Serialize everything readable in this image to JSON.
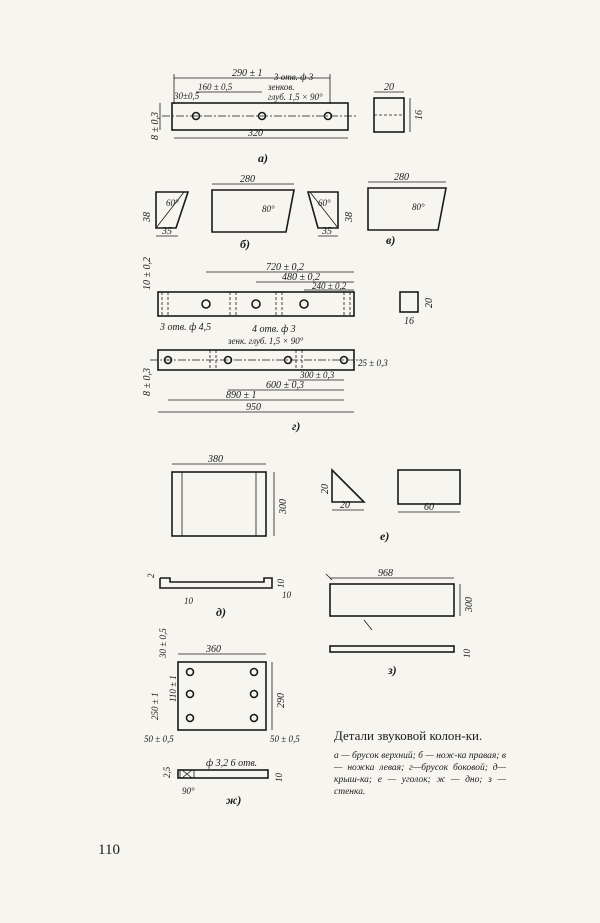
{
  "caption": {
    "title": "Детали звуковой колон-ки.",
    "body": "а — брусок верхний; б — нож-ка правая; в — ножка левая; г—брусок боковой; д—крыш-ка; е — уголок; ж — дно; з — стенка."
  },
  "page_number": "110",
  "figures": {
    "a": {
      "label": "а)",
      "dims": {
        "overall": "290 ± 1",
        "spacing": "160 ± 0,5",
        "edge": "30±0,5",
        "length": "320",
        "height": "8 ± 0,3",
        "end_w": "20",
        "end_h": "16"
      },
      "note": [
        "3 отв. ф 3",
        "зенков.",
        "глуб. 1,5 × 90°"
      ]
    },
    "b": {
      "label": "б)",
      "dims": {
        "h": "38",
        "w": "35",
        "angle_small": "60°",
        "length": "280",
        "angle": "80°"
      }
    },
    "v": {
      "label": "в)",
      "dims": {
        "h": "38",
        "w": "35",
        "angle_small": "60°",
        "length": "280",
        "angle": "80°"
      }
    },
    "g": {
      "label": "г)",
      "top_dims": {
        "d1": "720 ± 0,2",
        "d2": "480 ± 0,2",
        "d3": "240 ± 0,2",
        "thick": "10 ± 0,2"
      },
      "end_dims": {
        "w": "16",
        "h": "20"
      },
      "note_holes": "3 отв. ф 4,5",
      "note_holes2": [
        "4 отв. ф 3",
        "зенк. глуб. 1,5 × 90°"
      ],
      "bottom_dims": {
        "d1": "300 ± 0,3",
        "d2": "600 ± 0,3",
        "d3": "890 ± 1",
        "length": "950",
        "end": "25 ± 0,3",
        "height": "8 ± 0,3"
      }
    },
    "d": {
      "label": "д)",
      "dims": {
        "w": "380",
        "h": "300",
        "step": "2",
        "rim_l": "10",
        "rim_r": "10",
        "rim_h": "10"
      }
    },
    "e": {
      "label": "е)",
      "dims": {
        "h": "20",
        "w": "20",
        "length": "60"
      }
    },
    "z": {
      "label": "з)",
      "dims": {
        "length": "968",
        "h": "300",
        "thick": "10"
      }
    },
    "zh": {
      "label": "ж)",
      "dims": {
        "w": "360",
        "h": "290",
        "top": "30 ± 0,5",
        "mid": "110 ± 1",
        "mid2": "250 ± 1",
        "bl": "50 ± 0,5",
        "br": "50 ± 0,5",
        "thick": "10",
        "step": "2,5"
      },
      "note": "ф 3,2  6 отв.",
      "angle": "90°"
    }
  }
}
